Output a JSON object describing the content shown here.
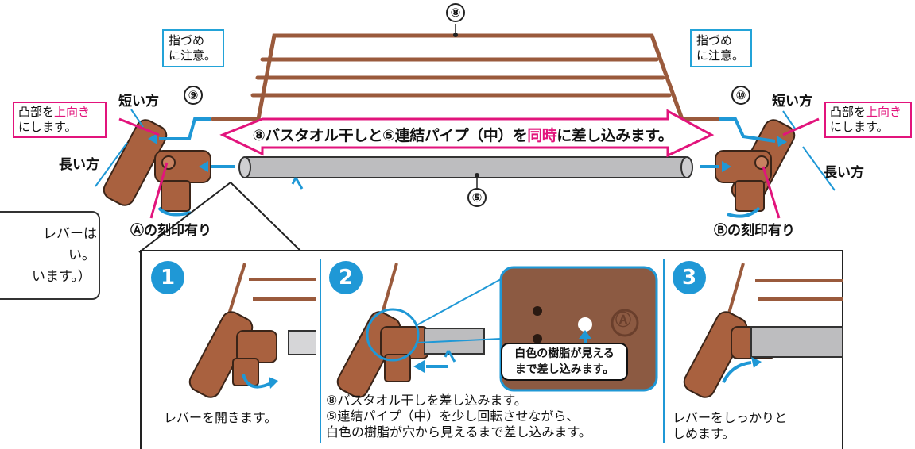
{
  "labels": {
    "pipe_top": "⑧",
    "part_left": "⑨",
    "part_right": "⑩",
    "pipe_mid": "⑤",
    "finger_left": [
      "指づめ",
      "に注意。"
    ],
    "finger_right": [
      "指づめ",
      "に注意。"
    ],
    "short_left": "短い方",
    "short_right": "短い方",
    "long_left": "長い方",
    "long_right": "長い方",
    "convex_left": {
      "pre": "凸部を",
      "hl": "上向き",
      "post": "にします。"
    },
    "convex_right": {
      "pre": "凸部を",
      "hl": "上向き",
      "post": "にします。"
    },
    "mark_a": "Ⓐの刻印有り",
    "mark_b": "Ⓑの刻印有り"
  },
  "banner": {
    "pre": "⑧バスタオル干しと⑤連結パイプ（中）を",
    "hl": "同時",
    "post": "に差し込みます。"
  },
  "side_note": [
    "レバーは",
    "い。",
    "います。）"
  ],
  "steps": [
    {
      "num": "1",
      "caption": [
        "レバーを開きます。"
      ]
    },
    {
      "num": "2",
      "caption": [
        "⑧バスタオル干しを差し込みます。",
        "⑤連結パイプ（中）を少し回転させながら、",
        "白色の樹脂が穴から見えるまで差し込みます。"
      ]
    },
    {
      "num": "3",
      "caption": [
        "レバーをしっかりと",
        "しめます。"
      ]
    }
  ],
  "zoom_callout": [
    "白色の樹脂が見える",
    "まで差し込みます。"
  ],
  "zoom_mark": "Ⓐ",
  "colors": {
    "accent_blue": "#1f98d6",
    "magenta": "#e2147c",
    "brown": "#a0583a",
    "pipe_gray": "#b9b9bb"
  }
}
